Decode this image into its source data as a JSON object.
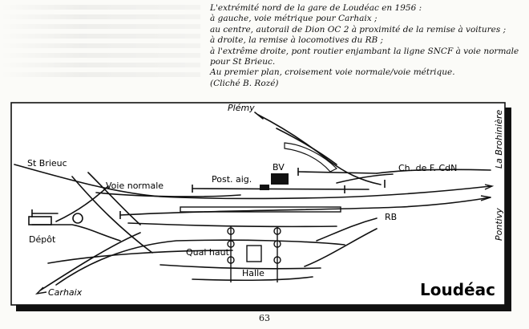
{
  "caption": {
    "lines": [
      "L'extrémité nord de la gare de Loudéac en 1956 :",
      "  à gauche, voie métrique pour Carhaix ;",
      "  au centre, autorail de Dion OC 2 à proximité de la remise à voitures ;",
      "  à droite, la remise à locomotives du RB ;",
      "  à l'extrême droite, pont routier enjambant la ligne SNCF à voie normale",
      "pour St Brieuc.",
      "Au premier plan, croisement voie normale/voie métrique.",
      "(Cliché B. Rozé)"
    ]
  },
  "map": {
    "title": "Loudéac",
    "labels": {
      "plemy": "Plémy",
      "st_brieuc": "St Brieuc",
      "voie_normale": "Voie normale",
      "post_aig": "Post. aig.",
      "bv": "BV",
      "ch_de_f": "Ch. de F. CdN",
      "la_brohiniere": "La Brohinière",
      "pontivy": "Pontivy",
      "rb": "RB",
      "depot": "Dépôt",
      "quai_haut": "Quai haut",
      "halle": "Halle",
      "carhaix": "Carhaix"
    }
  },
  "page_number": "63"
}
